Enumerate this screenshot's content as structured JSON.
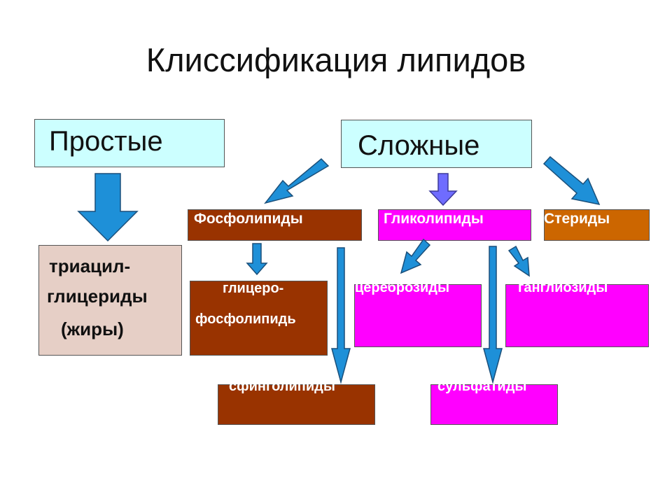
{
  "title": "Клиссификация липидов",
  "categories": {
    "simple": "Простые",
    "complex": "Сложные"
  },
  "simple_result": {
    "line1": "триацил-",
    "line2": "глицериды",
    "line3": "(жиры)"
  },
  "complex_groups": {
    "phospho": "Фосфолипиды",
    "glyco": "Гликолипиды",
    "sterides": "Стериды"
  },
  "phospho_children": {
    "glycero_line1": "глицеро-",
    "glycero_line2": "фосфолипидь",
    "sphingo": "сфинголипиды"
  },
  "glyco_children": {
    "cerebrosides": "цереброзиды",
    "gangliosides": "ганглиозиды",
    "sulfatides": "сульфатиды"
  },
  "colors": {
    "simple_fill": "#ccffff",
    "tag_fill": "#e6cfc6",
    "brown": "#993300",
    "magenta": "#ff00ff",
    "orange": "#cc6600",
    "arrow_blue": "#1e90d8",
    "arrow_violet": "#6f6cff"
  }
}
